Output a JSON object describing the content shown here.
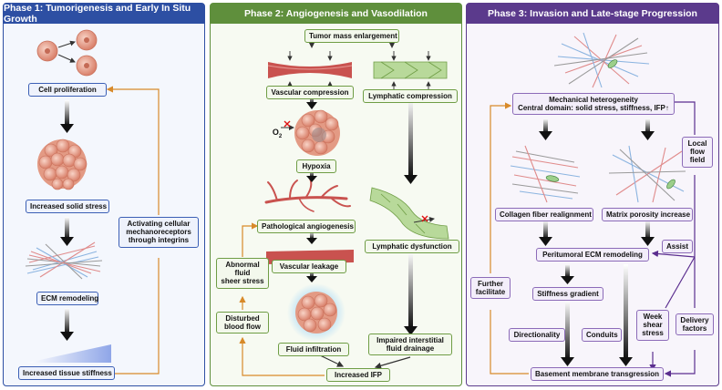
{
  "phases": [
    {
      "title": "Phase 1: Tumorigenesis and Early In Situ Growth"
    },
    {
      "title": "Phase 2: Angiogenesis and Vasodilation"
    },
    {
      "title": "Phase 3: Invasion and Late-stage Progression"
    }
  ],
  "phase1": {
    "cell_proliferation": "Cell proliferation",
    "increased_solid_stress": "Increased solid stress",
    "ecm_remodeling": "ECM remodeling",
    "increased_tissue_stiffness": "Increased tissue stiffness",
    "mechanoreceptors": [
      "Activating cellular",
      "mechanoreceptors",
      "through integrins"
    ]
  },
  "phase2": {
    "tumor_mass_enlargement": "Tumor mass enlargement",
    "vascular_compression": "Vascular compression",
    "lymphatic_compression": "Lymphatic compression",
    "oxygen_label": "O",
    "oxygen_sub": "2",
    "hypoxia": "Hypoxia",
    "pathological_angiogenesis": "Pathological angiogenesis",
    "vascular_leakage": "Vascular leakage",
    "lymphatic_dysfunction": "Lymphatic dysfunction",
    "abnormal_fluid": [
      "Abnormal",
      "fluid",
      "sheer stress"
    ],
    "disturbed_blood_flow": [
      "Disturbed",
      "blood flow"
    ],
    "fluid_infiltration": "Fluid infiltration",
    "impaired_drainage": [
      "Impaired interstitial",
      "fluid drainage"
    ],
    "increased_ifp": "Increased IFP"
  },
  "phase3": {
    "mechanical_heterogeneity": "Mechanical heterogeneity",
    "central_domain": "Central domain: solid stress, stiffness, IFP↑",
    "local_flow_field": [
      "Local",
      "flow",
      "field"
    ],
    "collagen_realignment": "Collagen fiber realignment",
    "matrix_porosity": "Matrix porosity increase",
    "assist": "Assist",
    "peritumoral_ecm": "Peritumoral ECM remodeling",
    "further_facilitate": [
      "Further",
      "facilitate"
    ],
    "stiffness_gradient": "Stiffness gradient",
    "week_shear_stress": [
      "Week",
      "shear",
      "stress"
    ],
    "delivery_factors": [
      "Delivery",
      "factors"
    ],
    "directionality": "Directionality",
    "conduits": "Conduits",
    "basement_membrane": "Basement membrane transgression"
  },
  "colors": {
    "phase1_border": "#2d4fa3",
    "phase2_border": "#5f8f3c",
    "phase3_border": "#5b3a8c",
    "feedback_arrow": "#d88a2a",
    "purple_arrow": "#5b2e8f",
    "cell": "#e9a793",
    "vessel": "#c9524f",
    "lymph": "#9cc47a"
  }
}
